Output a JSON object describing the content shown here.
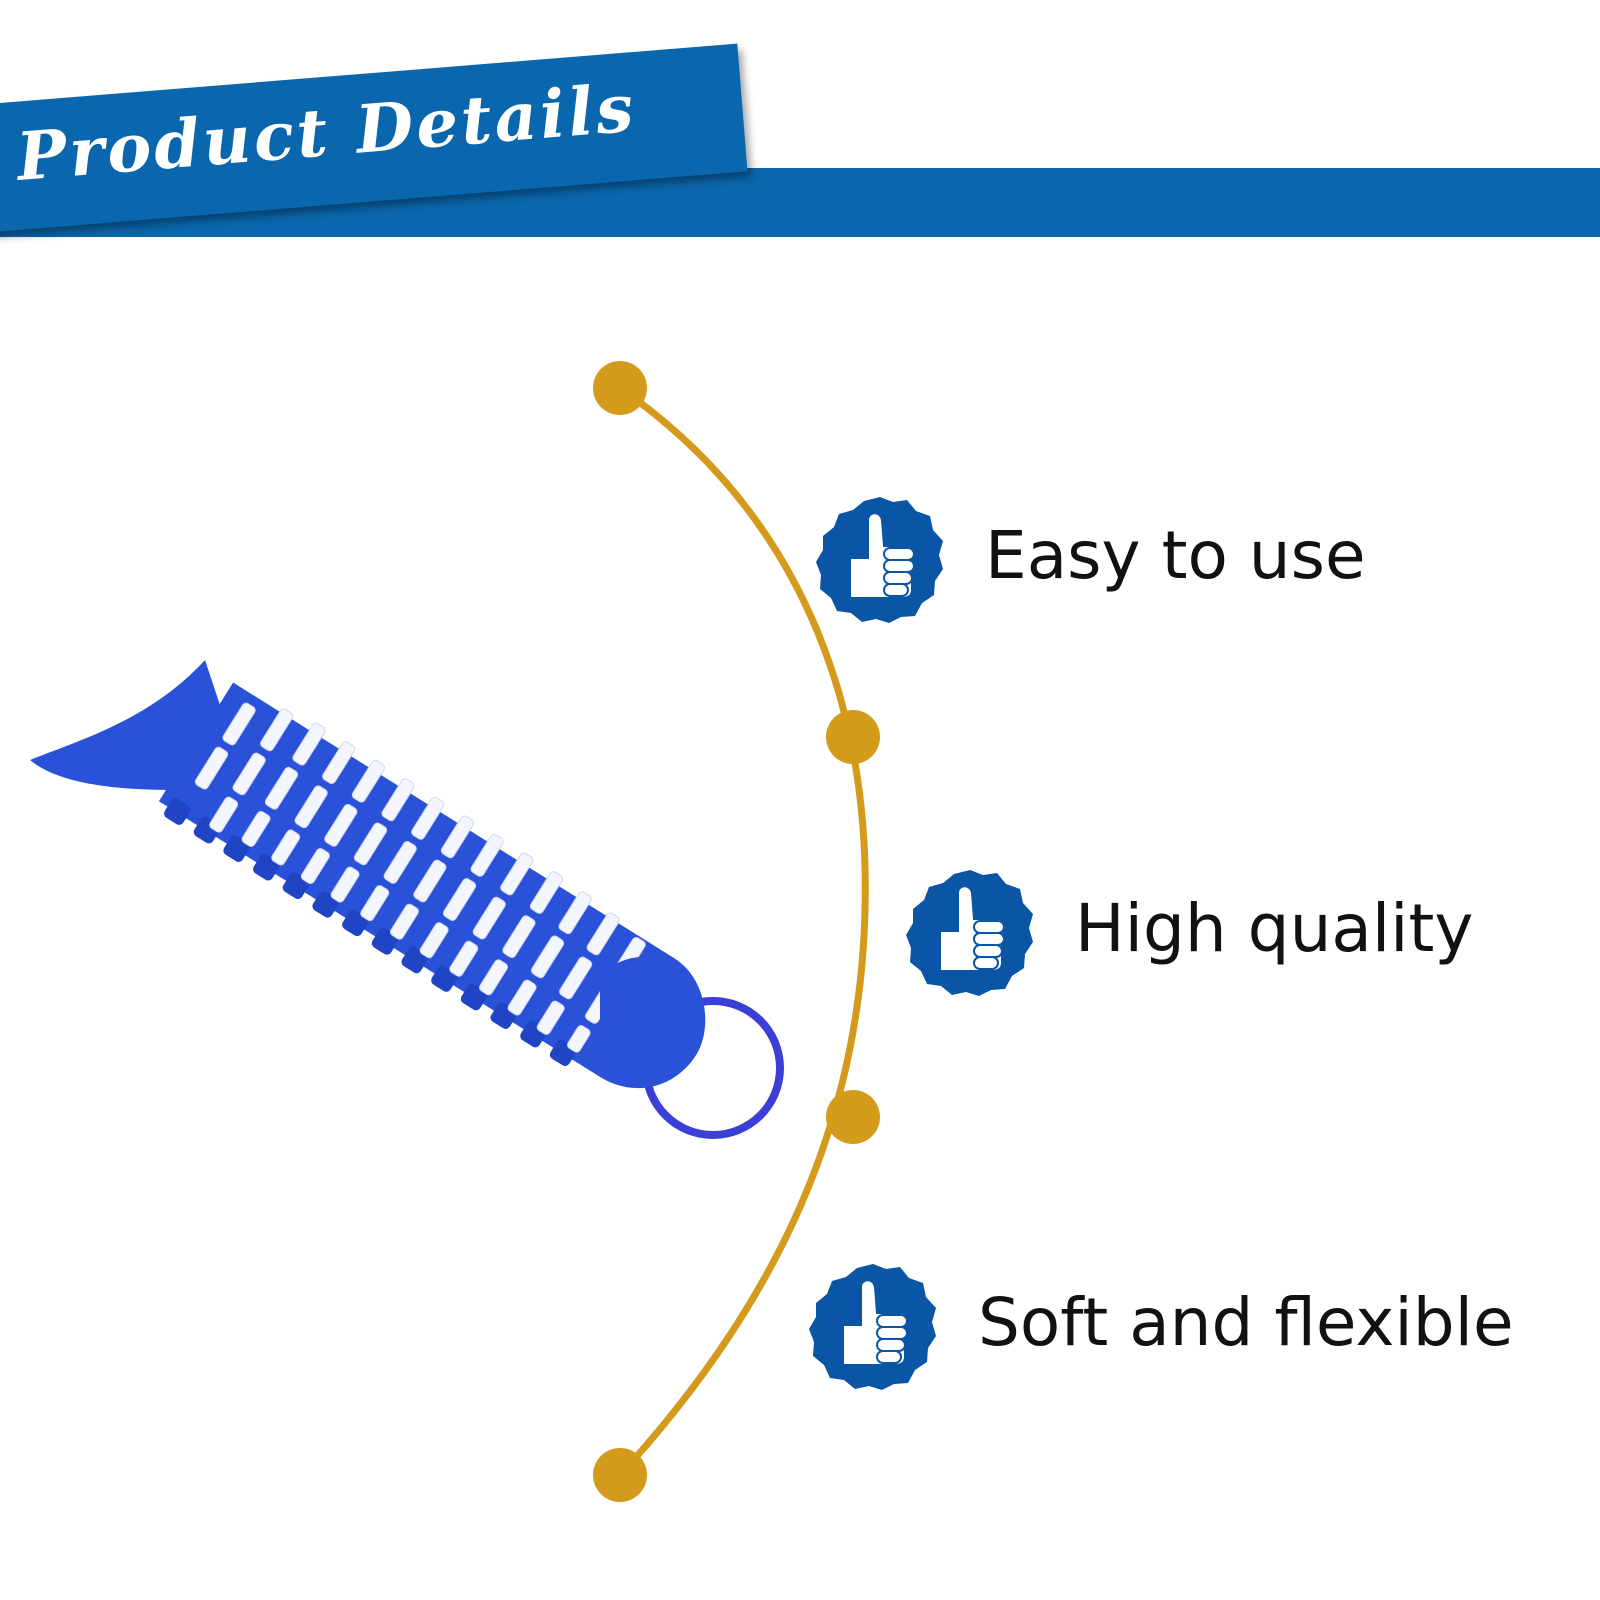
{
  "header": {
    "title": "Product Details"
  },
  "colors": {
    "banner": "#0a67ad",
    "timeline": "#d49a1c",
    "brush_body": "#2a52d8",
    "bristles": "#ffffff",
    "badge": "#0a55a6"
  },
  "features": [
    {
      "label": "Easy to use",
      "icon": "thumbs-up-icon"
    },
    {
      "label": "High quality",
      "icon": "thumbs-up-icon"
    },
    {
      "label": "Soft and flexible",
      "icon": "thumbs-up-icon"
    }
  ],
  "product_image": {
    "icon": "fish-shaped-brush-image"
  }
}
